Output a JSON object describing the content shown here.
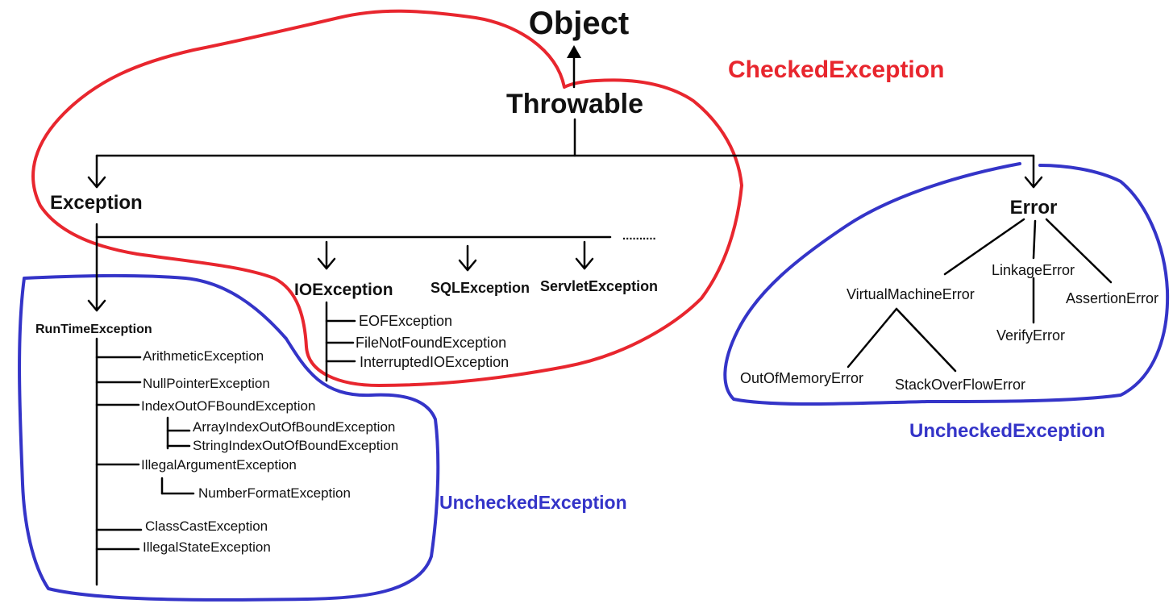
{
  "root": "Object",
  "throwable": "Throwable",
  "exception": "Exception",
  "error": "Error",
  "ellipsis": "..........",
  "checked_label": "CheckedException",
  "unchecked_label_left": "UncheckedException",
  "unchecked_label_right": "UncheckedException",
  "checked": {
    "io": "IOException",
    "sql": "SQLException",
    "servlet": "ServletException",
    "io_children": [
      "EOFException",
      "FileNotFoundException",
      "InterruptedIOException"
    ]
  },
  "runtime": {
    "label": "RunTimeException",
    "children": [
      "ArithmeticException",
      "NullPointerException",
      "IndexOutOFBoundException",
      "ArrayIndexOutOfBoundException",
      "StringIndexOutOfBoundException",
      "IllegalArgumentException",
      "NumberFormatException",
      "ClassCastException",
      "IllegalStateException"
    ]
  },
  "errors": {
    "vm": "VirtualMachineError",
    "linkage": "LinkageError",
    "assertion": "AssertionError",
    "verify": "VerifyError",
    "oom": "OutOfMemoryError",
    "so": "StackOverFlowError"
  },
  "colors": {
    "checked": "#e8262e",
    "unchecked": "#3434c8",
    "ink": "#111111"
  }
}
